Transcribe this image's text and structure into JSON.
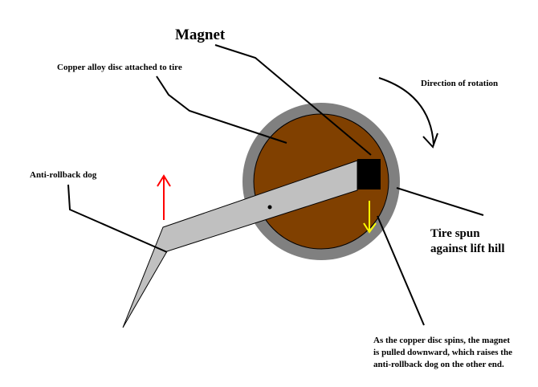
{
  "labels": {
    "magnet": "Magnet",
    "copper_disc": "Copper alloy disc attached to tire",
    "direction": "Direction of rotation",
    "anti_rollback_dog": "Anti-rollback dog",
    "tire_line1": "Tire spun",
    "tire_line2": "against lift hill",
    "explanation_line1": "As the copper disc spins, the magnet",
    "explanation_line2": "is pulled downward, which raises the",
    "explanation_line3": "anti-rollback dog on the other end."
  },
  "colors": {
    "tire": "#808080",
    "disc": "#804000",
    "dog_fill": "#c0c0c0",
    "magnet": "#000000",
    "up_arrow": "#ff0000",
    "down_arrow": "#ffff00",
    "lines": "#000000"
  }
}
